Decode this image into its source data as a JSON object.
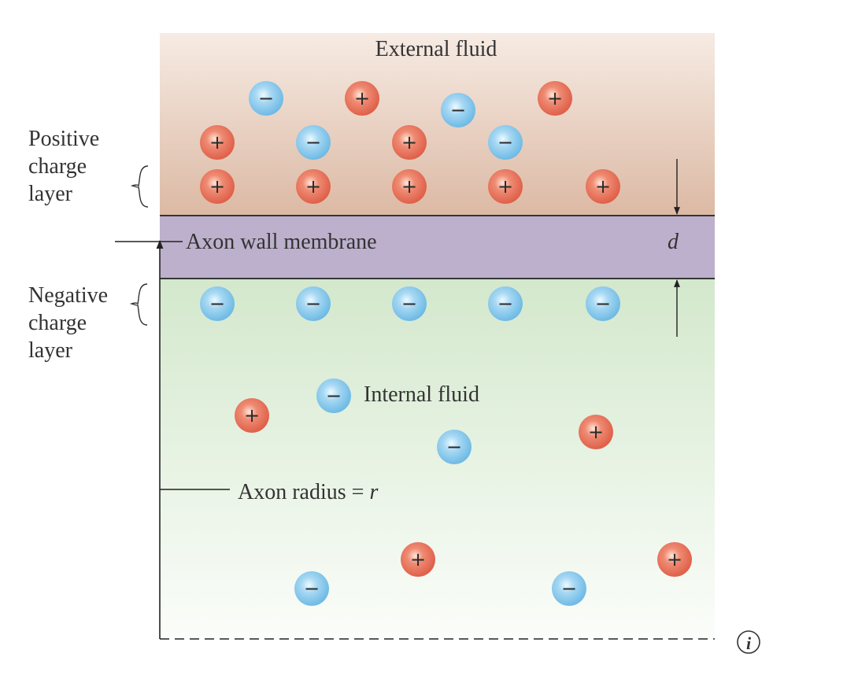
{
  "labels": {
    "external_fluid": "External fluid",
    "positive_layer": [
      "Positive",
      "charge",
      "layer"
    ],
    "membrane": "Axon wall membrane",
    "thickness": "d",
    "negative_layer": [
      "Negative",
      "charge",
      "layer"
    ],
    "internal_fluid": "Internal fluid",
    "radius": "Axon radius = ",
    "radius_symbol": "r",
    "info_symbol": "i"
  },
  "ions": {
    "plus_sign": "+",
    "minus_sign": "−",
    "external": [
      {
        "id": 1,
        "charge": "negative"
      },
      {
        "id": 2,
        "charge": "positive"
      },
      {
        "id": 3,
        "charge": "negative"
      },
      {
        "id": 4,
        "charge": "positive"
      },
      {
        "id": 5,
        "charge": "positive"
      },
      {
        "id": 6,
        "charge": "negative"
      },
      {
        "id": 7,
        "charge": "positive"
      },
      {
        "id": 8,
        "charge": "negative"
      }
    ],
    "positive_layer": [
      {
        "id": 9,
        "charge": "positive"
      },
      {
        "id": 10,
        "charge": "positive"
      },
      {
        "id": 11,
        "charge": "positive"
      },
      {
        "id": 12,
        "charge": "positive"
      },
      {
        "id": 13,
        "charge": "positive"
      }
    ],
    "negative_layer": [
      {
        "id": 14,
        "charge": "negative"
      },
      {
        "id": 15,
        "charge": "negative"
      },
      {
        "id": 16,
        "charge": "negative"
      },
      {
        "id": 17,
        "charge": "negative"
      },
      {
        "id": 18,
        "charge": "negative"
      }
    ],
    "internal": [
      {
        "id": 19,
        "charge": "negative"
      },
      {
        "id": 20,
        "charge": "positive"
      },
      {
        "id": 21,
        "charge": "negative"
      },
      {
        "id": 22,
        "charge": "positive"
      },
      {
        "id": 23,
        "charge": "positive"
      },
      {
        "id": 24,
        "charge": "positive"
      },
      {
        "id": 25,
        "charge": "negative"
      },
      {
        "id": 26,
        "charge": "negative"
      }
    ]
  },
  "colors": {
    "external_fluid_top": "#f6ebe3",
    "external_fluid_bottom": "#dcb9a4",
    "membrane": "#bdb0cc",
    "internal_fluid_top": "#d3e8cc",
    "internal_fluid_bottom": "#fbfdfa",
    "positive_ion": "#dd5a44",
    "negative_ion": "#67b6e3",
    "text": "#333333",
    "line": "#222222"
  }
}
